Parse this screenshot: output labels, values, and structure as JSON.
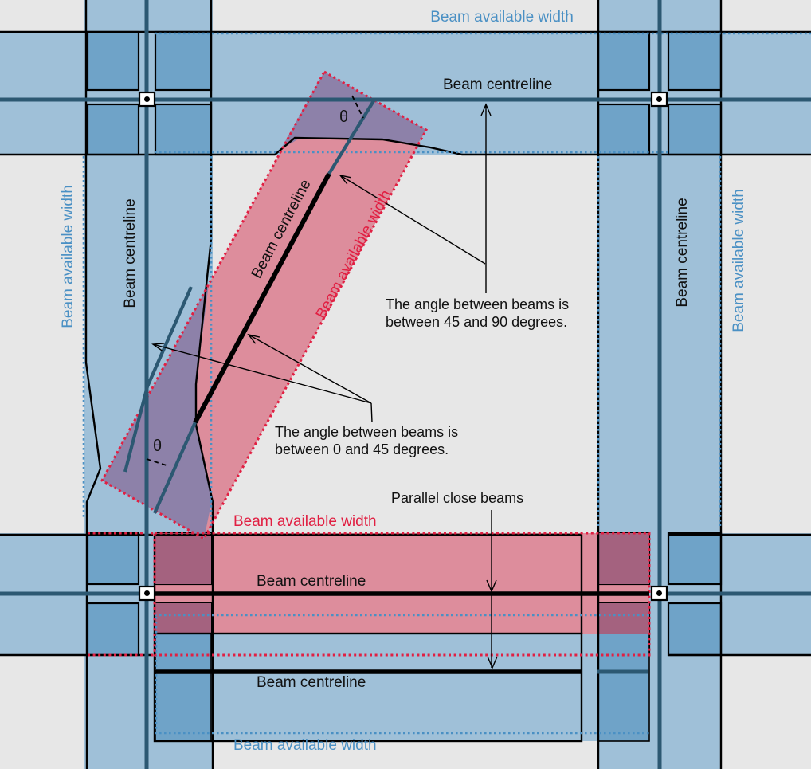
{
  "figure": {
    "background_color": "#e7e7e7",
    "colors": {
      "beam_band_fill": "#9fc0d8",
      "beam_band_overlap_fill": "#6fa3c8",
      "red_beam_fill": "#dd8d9c",
      "red_over_blue_fill": "#8d81a9",
      "red_over_overlap_fill": "#a4627f",
      "centreline_blue": "#2c5872",
      "available_width_blue": "#4a90c4",
      "available_width_red": "#e11f42",
      "outline_black": "#000000"
    },
    "labels": {
      "beam_available_width": "Beam available width",
      "beam_centreline": "Beam centreline",
      "theta": "θ",
      "parallel_close_beams": "Parallel close beams"
    },
    "annotations": {
      "angle_large_line1": "The angle between beams is",
      "angle_large_line2": "between 45 and 90 degrees.",
      "angle_small_line1": "The angle between beams is",
      "angle_small_line2": "between 0 and 45 degrees."
    }
  }
}
